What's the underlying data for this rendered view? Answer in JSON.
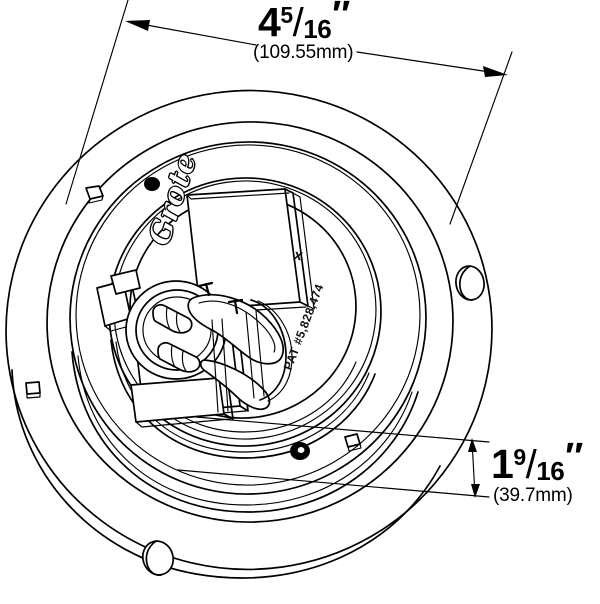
{
  "drawing": {
    "title": "Grote round sealed lamp - mounting flange dimensional drawing",
    "view": "isometric-front",
    "line_color": "#000000",
    "background_color": "#ffffff"
  },
  "dimensions": {
    "diameter": {
      "name": "overall-flange-diameter",
      "whole": "4",
      "numerator": "5",
      "slash": "/",
      "denominator": "16",
      "unit_symbol": "″",
      "metric": "(109.55mm)",
      "orientation": "horizontal"
    },
    "depth": {
      "name": "overall-depth",
      "whole": "1",
      "numerator": "9",
      "slash": "/",
      "denominator": "16",
      "unit_symbol": "″",
      "metric": "(39.7mm)",
      "orientation": "vertical"
    }
  },
  "markings": {
    "brand": "Grote",
    "registration_mark": "x",
    "patent": "PAT #5,828,474"
  },
  "features": {
    "mounting_holes": 2,
    "retention_tabs": 4,
    "center_connector": "3-pin-socket",
    "boss_screw": 1
  }
}
